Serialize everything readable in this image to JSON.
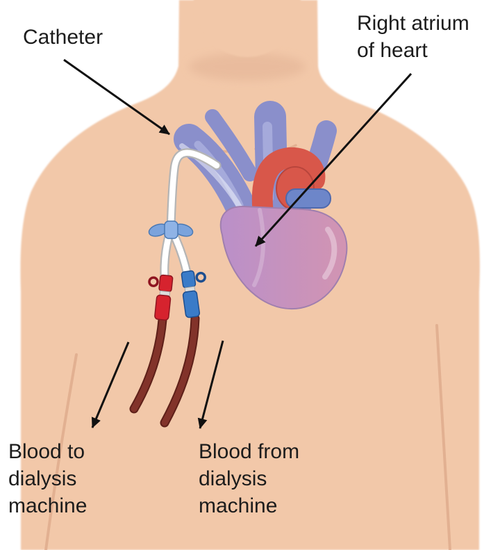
{
  "diagram": {
    "labels": {
      "catheter": "Catheter",
      "right_atrium": "Right atrium\nof heart",
      "blood_to_dialysis": "Blood to\ndialysis\nmachine",
      "blood_from_dialysis": "Blood from\ndialysis\nmachine"
    },
    "colors": {
      "background": "#ffffff",
      "text": "#1c1c1c",
      "arrow": "#111111",
      "skin": "#f2c8a9",
      "skin_shadow": "#e2b294",
      "skin_crease": "#dfab8d",
      "vessel_blue": "#8a8fcb",
      "vessel_blue_light": "#abb0de",
      "aorta_red": "#d8574a",
      "aorta_dark": "#b8453c",
      "pulmonary_blue": "#6d86c9",
      "pulmonary_dark": "#4f69ad",
      "heart_purple": "#ba90c9",
      "heart_pink": "#d294b2",
      "heart_outline": "#a07fae",
      "catheter_white": "#ffffff",
      "catheter_outline": "#b5b5b5",
      "hub_blue": "#7ba3dc",
      "hub_blue_light": "#8fb3e6",
      "hub_blue_dark": "#4a79b4",
      "connector_red": "#d6232e",
      "connector_red_dark": "#8e1520",
      "connector_blue": "#3a7bc8",
      "connector_blue_dark": "#1d4e8f",
      "band_gray": "#dddddd",
      "tube_dark": "#82332a",
      "tube_edge": "#5e2019"
    }
  }
}
